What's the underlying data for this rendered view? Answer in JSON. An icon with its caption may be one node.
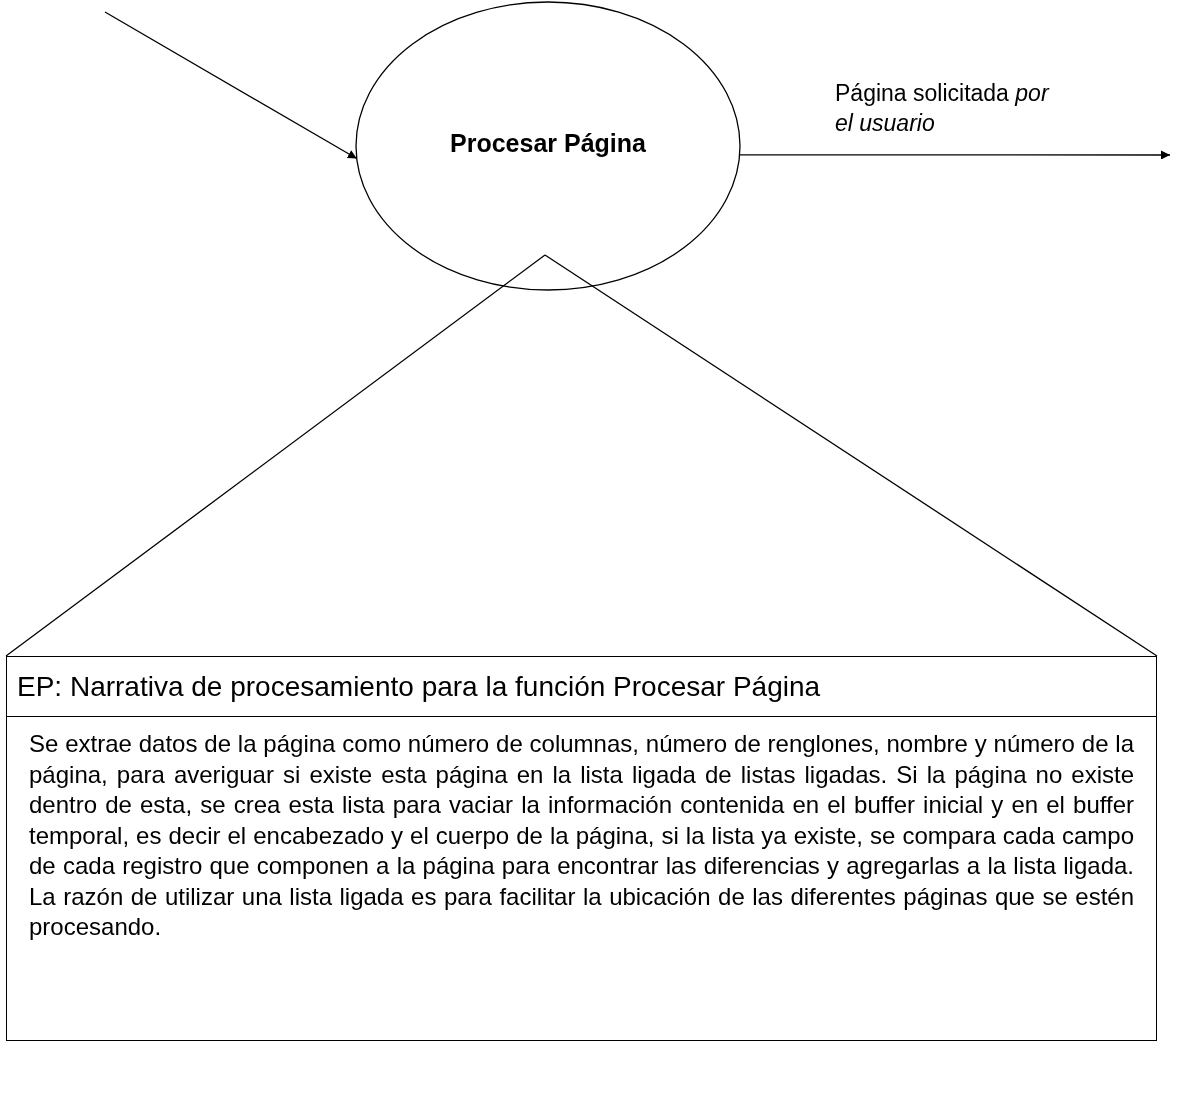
{
  "diagram": {
    "nodes": [
      {
        "text": [
          "Procesar Página"
        ]
      },
      {
        "text": [
          "EP: Narrativa de procesamiento para la función Procesar Página",
          "Se extrae datos de la página como número de columnas, número de renglones, nombre y número de la página, para averiguar si existe esta página en la lista ligada de listas ligadas. Si la página no existe dentro de esta, se crea esta lista para vaciar la información contenida en el buffer inicial y en el buffer temporal, es decir el encabezado y el cuerpo de la página, si la lista ya existe, se compara cada campo de cada registro que componen a la página para encontrar las diferencias y agregarlas a la lista ligada. La razón de utilizar una lista ligada es para facilitar la ubicación de las diferentes páginas que se estén procesando."
        ]
      }
    ],
    "edges": [
      {
        "from": null,
        "to": 0,
        "arrow": "to"
      },
      {
        "from": 0,
        "to": null,
        "arrow": "to",
        "label": "Página solicitada *por el usuario*"
      },
      {
        "from": 0,
        "to": 1,
        "arrow": "none"
      },
      {
        "from": 0,
        "to": 1,
        "arrow": "none"
      }
    ]
  }
}
